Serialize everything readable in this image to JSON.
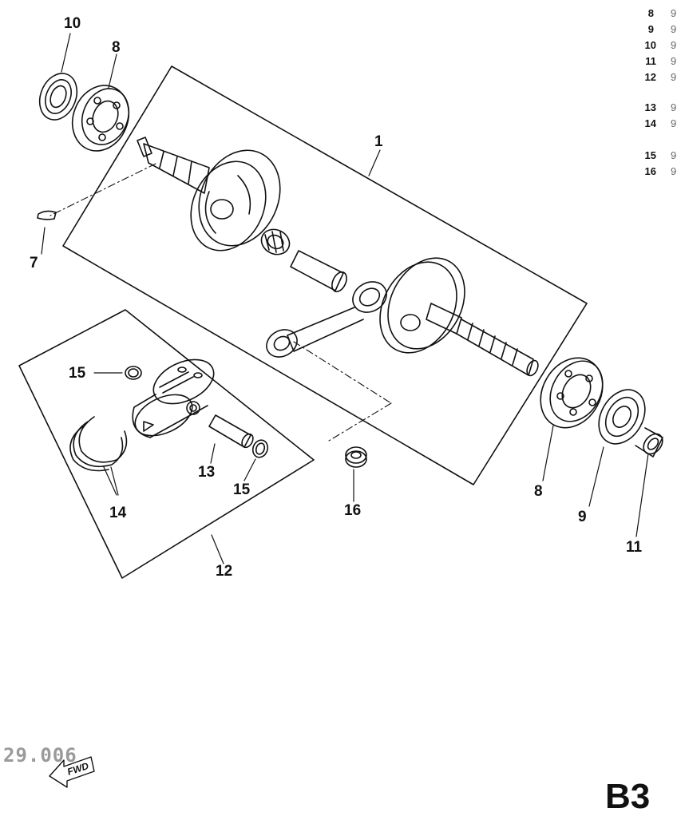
{
  "diagram": {
    "callouts": {
      "c1": "1",
      "c7": "7",
      "c8a": "8",
      "c8b": "8",
      "c9": "9",
      "c10": "10",
      "c11": "11",
      "c12": "12",
      "c13": "13",
      "c14": "14",
      "c15a": "15",
      "c15b": "15",
      "c16": "16"
    },
    "side_list": [
      "8",
      "9",
      "10",
      "11",
      "12",
      "13",
      "14",
      "15",
      "16"
    ],
    "side_list_marks": [
      "9",
      "9",
      "9",
      "9",
      "9",
      "9",
      "9",
      "9",
      "9"
    ],
    "stamp": "29.006",
    "fwd_label": "FWD",
    "page_code": "B3"
  }
}
